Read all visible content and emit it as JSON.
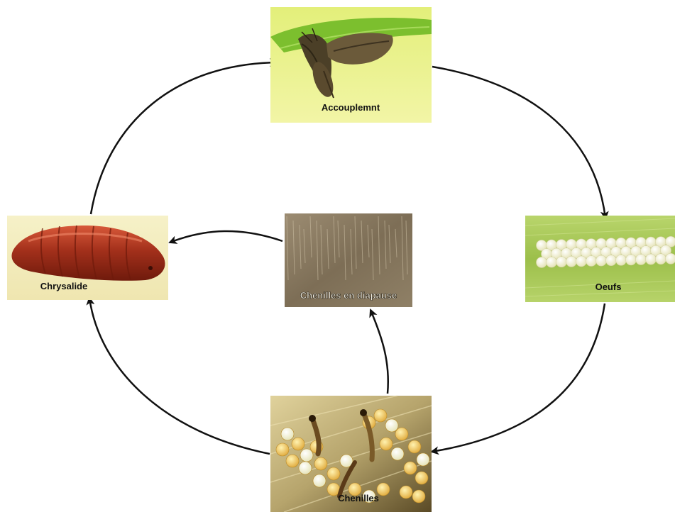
{
  "stages": {
    "accouplement": {
      "label": "Accouplemnt"
    },
    "oeufs": {
      "label": "Oeufs"
    },
    "chenilles": {
      "label": "Chenilles"
    },
    "diapause": {
      "label": "Chenilles en diapause"
    },
    "chrysalide": {
      "label": "Chrysalide"
    }
  },
  "arrows": [
    {
      "from": "accouplement",
      "to": "oeufs"
    },
    {
      "from": "oeufs",
      "to": "chenilles"
    },
    {
      "from": "chenilles",
      "to": "chrysalide"
    },
    {
      "from": "chenilles",
      "to": "diapause"
    },
    {
      "from": "diapause",
      "to": "chrysalide"
    },
    {
      "from": "chrysalide",
      "to": "accouplement"
    }
  ],
  "colors": {
    "arrow": "#111111",
    "leaf_green": "#b5dd58",
    "egg": "#f3f2cf",
    "pupa": "#a3301b",
    "bark": "#8a7a62",
    "stem": "#c9b98a"
  }
}
